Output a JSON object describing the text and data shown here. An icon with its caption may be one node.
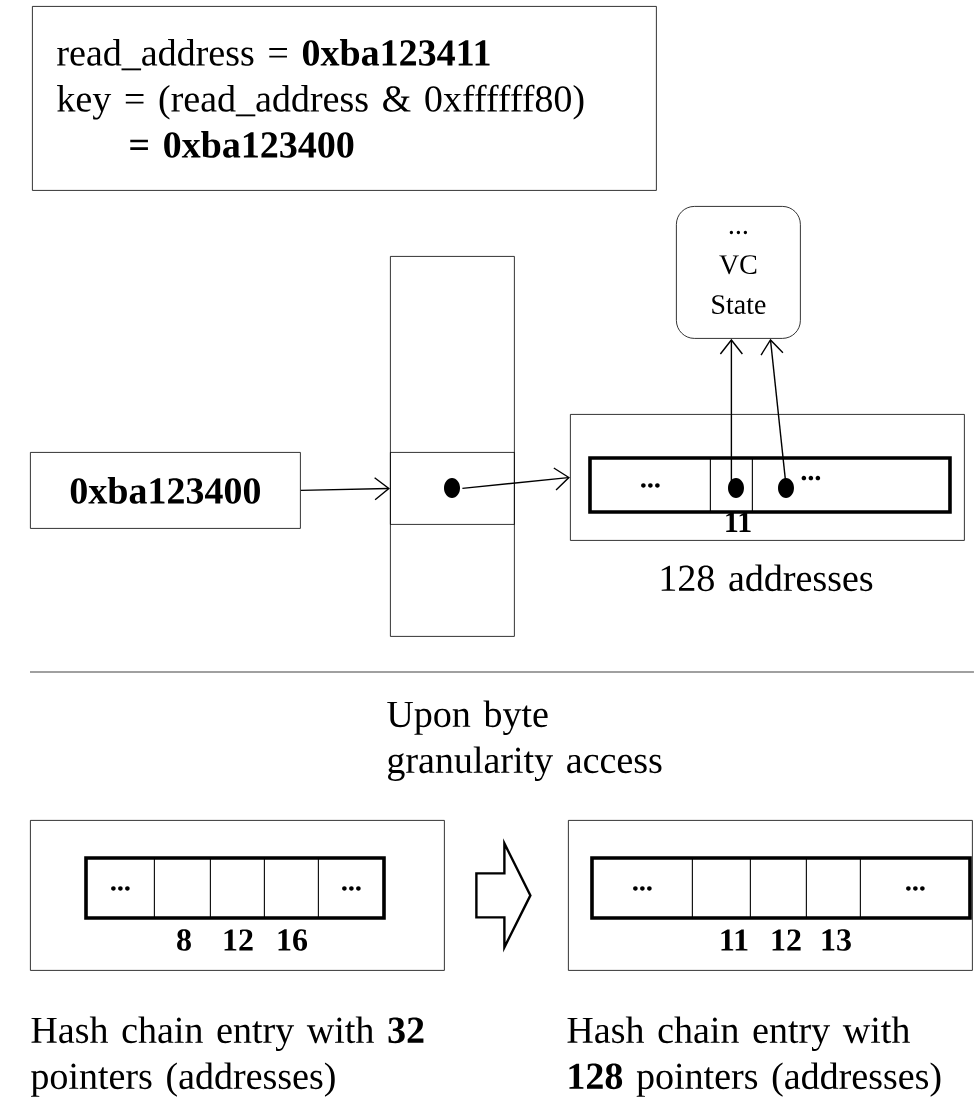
{
  "diagram": {
    "nodes": [
      {
        "text": [
          "read_address = **0xba123411**",
          "key = (read_address & 0xffffff80)",
          "= **0xba123400**"
        ]
      },
      {
        "text": [
          "...",
          "VC State"
        ]
      },
      {
        "text": [
          "0xba123400"
        ]
      },
      {
        "text": [],
        "shape": "box"
      },
      {
        "text": [],
        "shape": "box",
        "in": 3
      },
      {
        "text": [],
        "shape": "box",
        "beside": [
          "128 addresses"
        ]
      },
      {
        "text": [
          "..."
        ],
        "in": 5
      },
      {
        "text": [],
        "shape": "box",
        "in": 5
      },
      {
        "text": [
          "..."
        ],
        "in": 5
      },
      {
        "text": [],
        "shape": "box",
        "beside": [
          "Hash chain entry with **32** pointers (addresses)"
        ]
      },
      {
        "text": [
          "..."
        ],
        "in": 9
      },
      {
        "text": [],
        "shape": "box",
        "in": 9
      },
      {
        "text": [],
        "shape": "box",
        "in": 9
      },
      {
        "text": [],
        "shape": "box",
        "in": 9
      },
      {
        "text": [
          "..."
        ],
        "in": 9
      },
      {
        "text": [],
        "shape": "box",
        "beside": [
          "Hash chain entry with **128** pointers (addresses)"
        ]
      },
      {
        "text": [
          "..."
        ],
        "in": 15
      },
      {
        "text": [],
        "shape": "box",
        "in": 15
      },
      {
        "text": [],
        "shape": "box",
        "in": 15
      },
      {
        "text": [],
        "shape": "box",
        "in": 15
      },
      {
        "text": [
          "..."
        ],
        "in": 15
      }
    ],
    "edges": [
      {
        "from": 2,
        "to": 4,
        "arrow": "to"
      },
      {
        "from": 4,
        "to": 5,
        "arrow": "to"
      },
      {
        "from": 7,
        "to": 1,
        "arrow": "to"
      },
      {
        "from": 8,
        "to": 1,
        "arrow": "to"
      },
      {
        "from": 9,
        "to": 15,
        "arrow": "to"
      }
    ],
    "labels": [
      "11",
      "Upon byte granularity access",
      "8",
      "12",
      "16",
      "11",
      "12",
      "13"
    ]
  }
}
